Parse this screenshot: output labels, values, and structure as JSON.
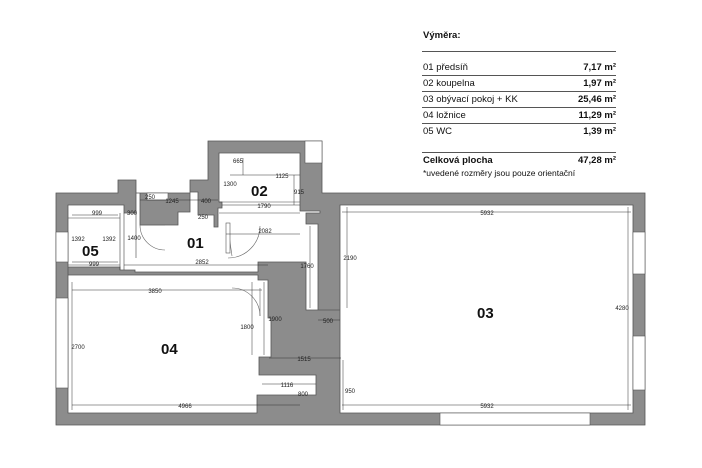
{
  "legend": {
    "title": "Výměra:",
    "rows": [
      {
        "label": "01 předsíň",
        "value": "7,17 m²"
      },
      {
        "label": "02 koupelna",
        "value": "1,97 m²"
      },
      {
        "label": "03 obývací pokoj + KK",
        "value": "25,46 m²"
      },
      {
        "label": "04 ložnice",
        "value": "11,29 m²"
      },
      {
        "label": "05 WC",
        "value": "1,39 m²"
      }
    ],
    "total_label": "Celková plocha",
    "total_value": "47,28 m²",
    "note": "*uvedené rozměry jsou pouze orientační"
  },
  "rooms": [
    "01",
    "02",
    "03",
    "04",
    "05"
  ],
  "dimensions": {
    "d5932_top": "5932",
    "d5932_bottom": "5932",
    "d4280": "4280",
    "d2190": "2190",
    "d1760": "1760",
    "d500": "500",
    "d950": "950",
    "d1515": "1515",
    "d1116": "1116",
    "d800": "800",
    "d4966": "4966",
    "d3850": "3850",
    "d2700": "2700",
    "d1800": "1800",
    "d1900": "1900",
    "d2852": "2852",
    "d2082": "2082",
    "d999_top": "999",
    "d999_bottom": "999",
    "d1392_left": "1392",
    "d1392_right": "1392",
    "d1400": "1400",
    "d300": "300",
    "d250_a": "250",
    "d1245": "1245",
    "d400": "400",
    "d250_b": "250",
    "d665": "665",
    "d1125": "1125",
    "d1300": "1300",
    "d915": "915",
    "d1790": "1790"
  }
}
